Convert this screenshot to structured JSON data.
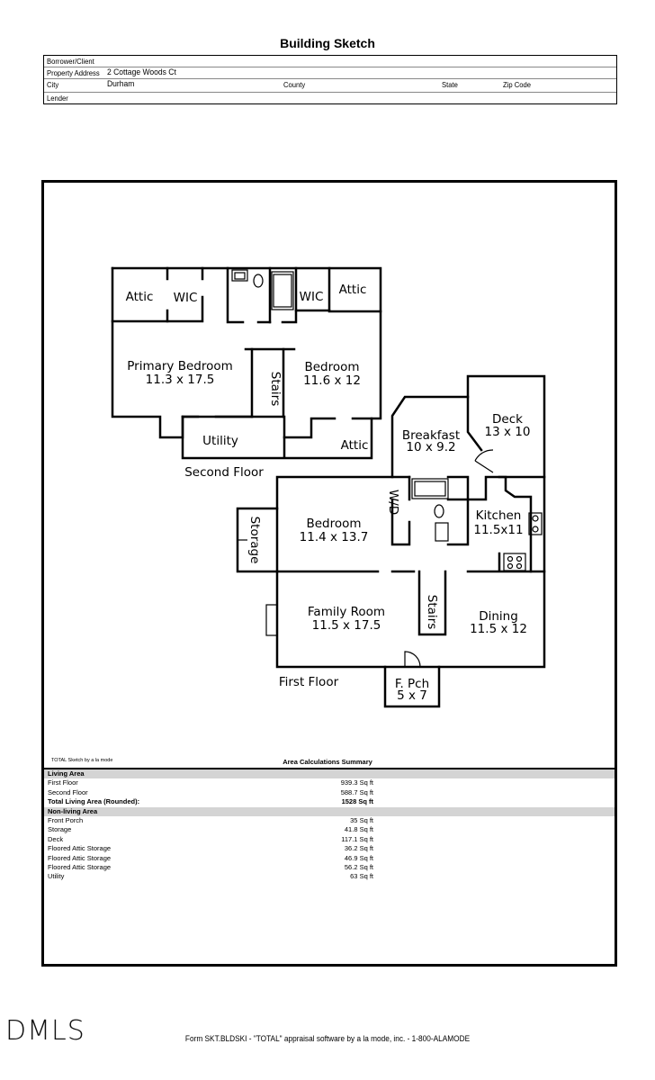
{
  "page": {
    "title": "Building Sketch",
    "footer": "Form SKT.BLDSKI - \"TOTAL\" appraisal software by a la mode, inc. - 1-800-ALAMODE",
    "watermark": "DMLS"
  },
  "header": {
    "borrower_label": "Borrower/Client",
    "borrower_value": "",
    "property_label": "Property Address",
    "property_value": "2 Cottage Woods Ct",
    "city_label": "City",
    "city_value": "Durham",
    "county_label": "County",
    "state_label": "State",
    "zip_label": "Zip Code",
    "lender_label": "Lender"
  },
  "sketch": {
    "second_floor_label": "Second Floor",
    "first_floor_label": "First Floor",
    "rooms": {
      "attic_left": "Attic",
      "wic_left": "WIC",
      "wic_right": "WIC",
      "attic_right": "Attic",
      "primary_bedroom": "Primary Bedroom",
      "primary_bedroom_dim": "11.3 x 17.5",
      "stairs_upper": "Stairs",
      "bedroom_upper": "Bedroom",
      "bedroom_upper_dim": "11.6 x 12",
      "utility": "Utility",
      "attic_bottom": "Attic",
      "breakfast": "Breakfast",
      "breakfast_dim": "10 x 9.2",
      "deck": "Deck",
      "deck_dim": "13 x 10",
      "wd": "W/D",
      "kitchen": "Kitchen",
      "kitchen_dim": "11.5x11",
      "storage": "Storage",
      "bedroom_lower": "Bedroom",
      "bedroom_lower_dim": "11.4 x 13.7",
      "family_room": "Family Room",
      "family_room_dim": "11.5 x 17.5",
      "stairs_lower": "Stairs",
      "dining": "Dining",
      "dining_dim": "11.5 x 12",
      "front_porch": "F. Pch",
      "front_porch_dim": "5 x 7"
    }
  },
  "summary": {
    "caption": "TOTAL Sketch by a la mode",
    "title": "Area Calculations Summary",
    "living_area_label": "Living Area",
    "living_rows": [
      {
        "label": "First Floor",
        "value": "939.3 Sq ft"
      },
      {
        "label": "Second Floor",
        "value": "588.7 Sq ft"
      }
    ],
    "total_label": "Total Living Area (Rounded):",
    "total_value": "1528 Sq ft",
    "nonliving_label": "Non-living Area",
    "nonliving_rows": [
      {
        "label": "Front Porch",
        "value": "35 Sq ft"
      },
      {
        "label": "Storage",
        "value": "41.8 Sq ft"
      },
      {
        "label": "Deck",
        "value": "117.1 Sq ft"
      },
      {
        "label": "Floored Attic Storage",
        "value": "36.2 Sq ft"
      },
      {
        "label": "Floored Attic Storage",
        "value": "46.9 Sq ft"
      },
      {
        "label": "Floored Attic Storage",
        "value": "56.2 Sq ft"
      },
      {
        "label": "Utility",
        "value": "63 Sq ft"
      }
    ]
  }
}
